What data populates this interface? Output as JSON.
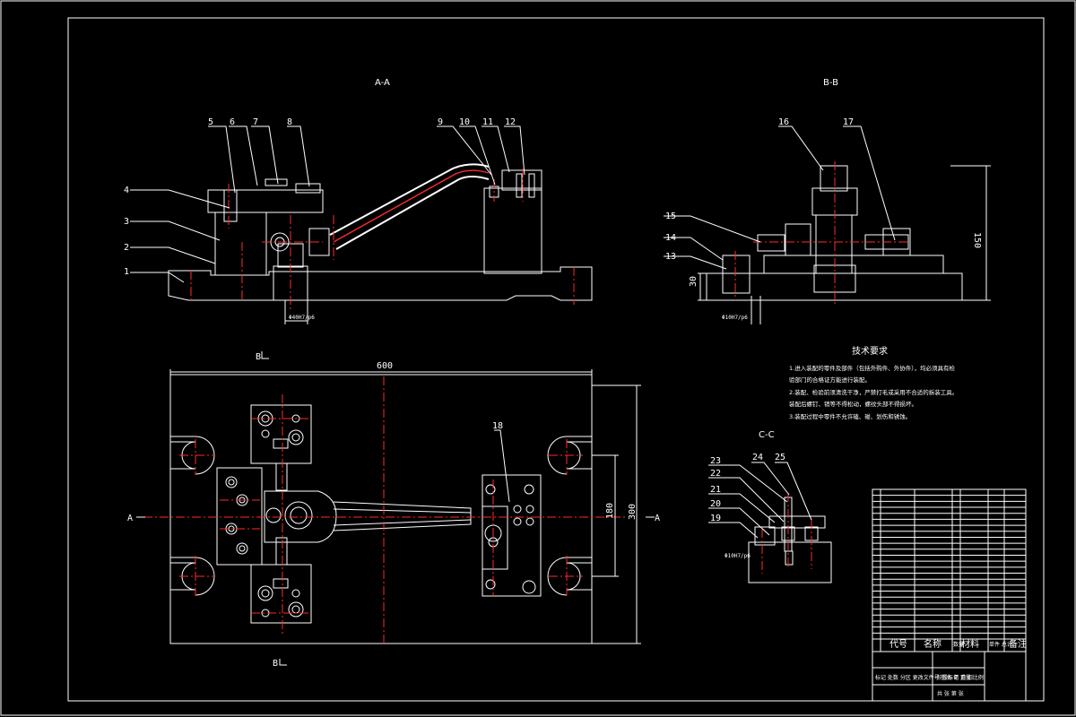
{
  "views": {
    "aa": "A-A",
    "bb": "B-B",
    "cc": "C-C",
    "marker_a_left": "A",
    "marker_a_right": "A",
    "marker_b_top": "B",
    "marker_b_bottom": "B"
  },
  "part_numbers": [
    "1",
    "2",
    "3",
    "4",
    "5",
    "6",
    "7",
    "8",
    "9",
    "10",
    "11",
    "12",
    "13",
    "14",
    "15",
    "16",
    "17",
    "18",
    "19",
    "20",
    "21",
    "22",
    "23",
    "24",
    "25"
  ],
  "dimensions": {
    "length_600": "600",
    "width_300": "300",
    "width_180": "180",
    "height_150": "150",
    "height_30": "30",
    "fit_1": "Φ40H7/p6",
    "fit_2": "Φ10H7/p6",
    "fit_3": "Φ10H7/p6"
  },
  "tech_requirements": {
    "title": "技术要求",
    "lines": [
      "1.进入装配的零件及部件（包括外购件、外协件），均必须具有检",
      "验部门的合格证方能进行装配。",
      "2.装配、检验前须清洗干净，严禁打毛或采用不合适的拆装工具。",
      "装配后螺钉、销等不得松动，螺纹头部不得损坏。",
      "3.装配过程中零件不允许磕、碰、划伤和锈蚀。"
    ]
  },
  "bom_header": {
    "code": "代号",
    "name": "名称",
    "qty": "数量",
    "material": "材料",
    "weight": "单件 总计",
    "remark": "备注"
  },
  "title_block": {
    "row1": "标记 处数 分区 更改文件号 签名 年 月 日",
    "row2": "阶段标记 重量 比例",
    "row3": "共 张 第 张"
  }
}
